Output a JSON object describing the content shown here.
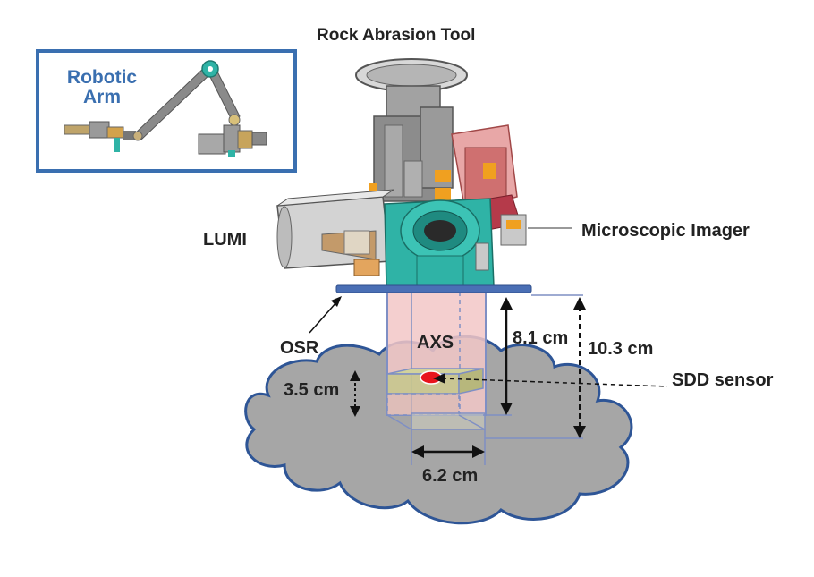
{
  "labels": {
    "title": "Rock Abrasion Tool",
    "robotic_arm_line1": "Robotic",
    "robotic_arm_line2": "Arm",
    "lumi": "LUMI",
    "microscopic_imager": "Microscopic Imager",
    "osr": "OSR",
    "axs": "AXS",
    "sdd_sensor": "SDD sensor",
    "dim_81": "8.1 cm",
    "dim_103": "10.3 cm",
    "dim_35": "3.5 cm",
    "dim_62": "6.2 cm"
  },
  "colors": {
    "inset_border": "#3a6fb0",
    "cloud_fill": "#a6a6a6",
    "cloud_stroke": "#2e5596",
    "beam_fill": "#f2c7c7",
    "beam_stroke": "#7f8fc4",
    "sample_fill": "#c6c68e",
    "sensor_dot": "#e8141c",
    "plate": "#4a6fb5",
    "teal": "#2fb3a6",
    "instrument_gray": "#9a9a9a"
  }
}
